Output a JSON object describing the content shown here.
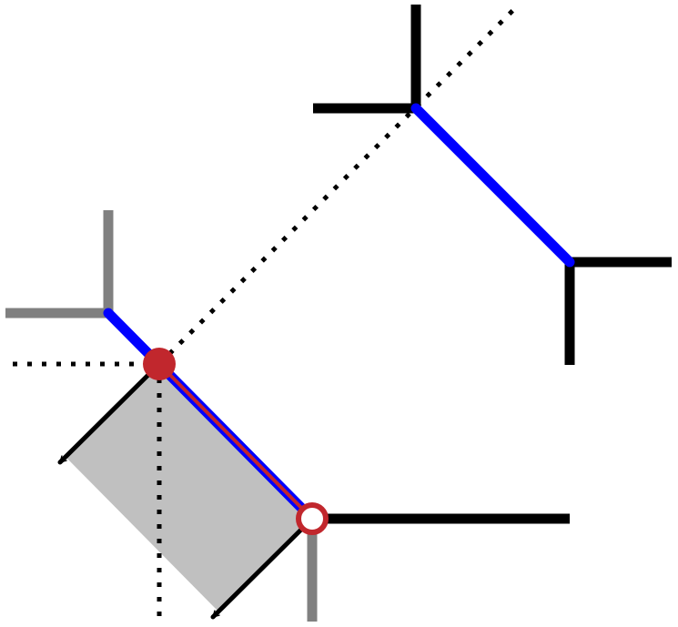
{
  "diagram": {
    "colors": {
      "edge_primary": "#000000",
      "edge_secondary": "#808080",
      "highlight_edge": "#0000ff",
      "point": "#c1272d",
      "region_fill": "#c0c0c0",
      "guide": "#000000",
      "background": "#ffffff"
    },
    "elements": {
      "upper_vertex_pair": {
        "edge_color": "primary",
        "bridge_color": "highlight"
      },
      "lower_vertex_pair": {
        "edge_color": "secondary",
        "bridge_color": "highlight",
        "highlight_overlay": "point"
      },
      "shaded_region": {
        "fill": "region_fill",
        "arrows": 2
      },
      "solid_point": {
        "style": "filled"
      },
      "hollow_point": {
        "style": "open"
      },
      "guide_lines": {
        "style": "dotted",
        "count": 3
      }
    }
  }
}
